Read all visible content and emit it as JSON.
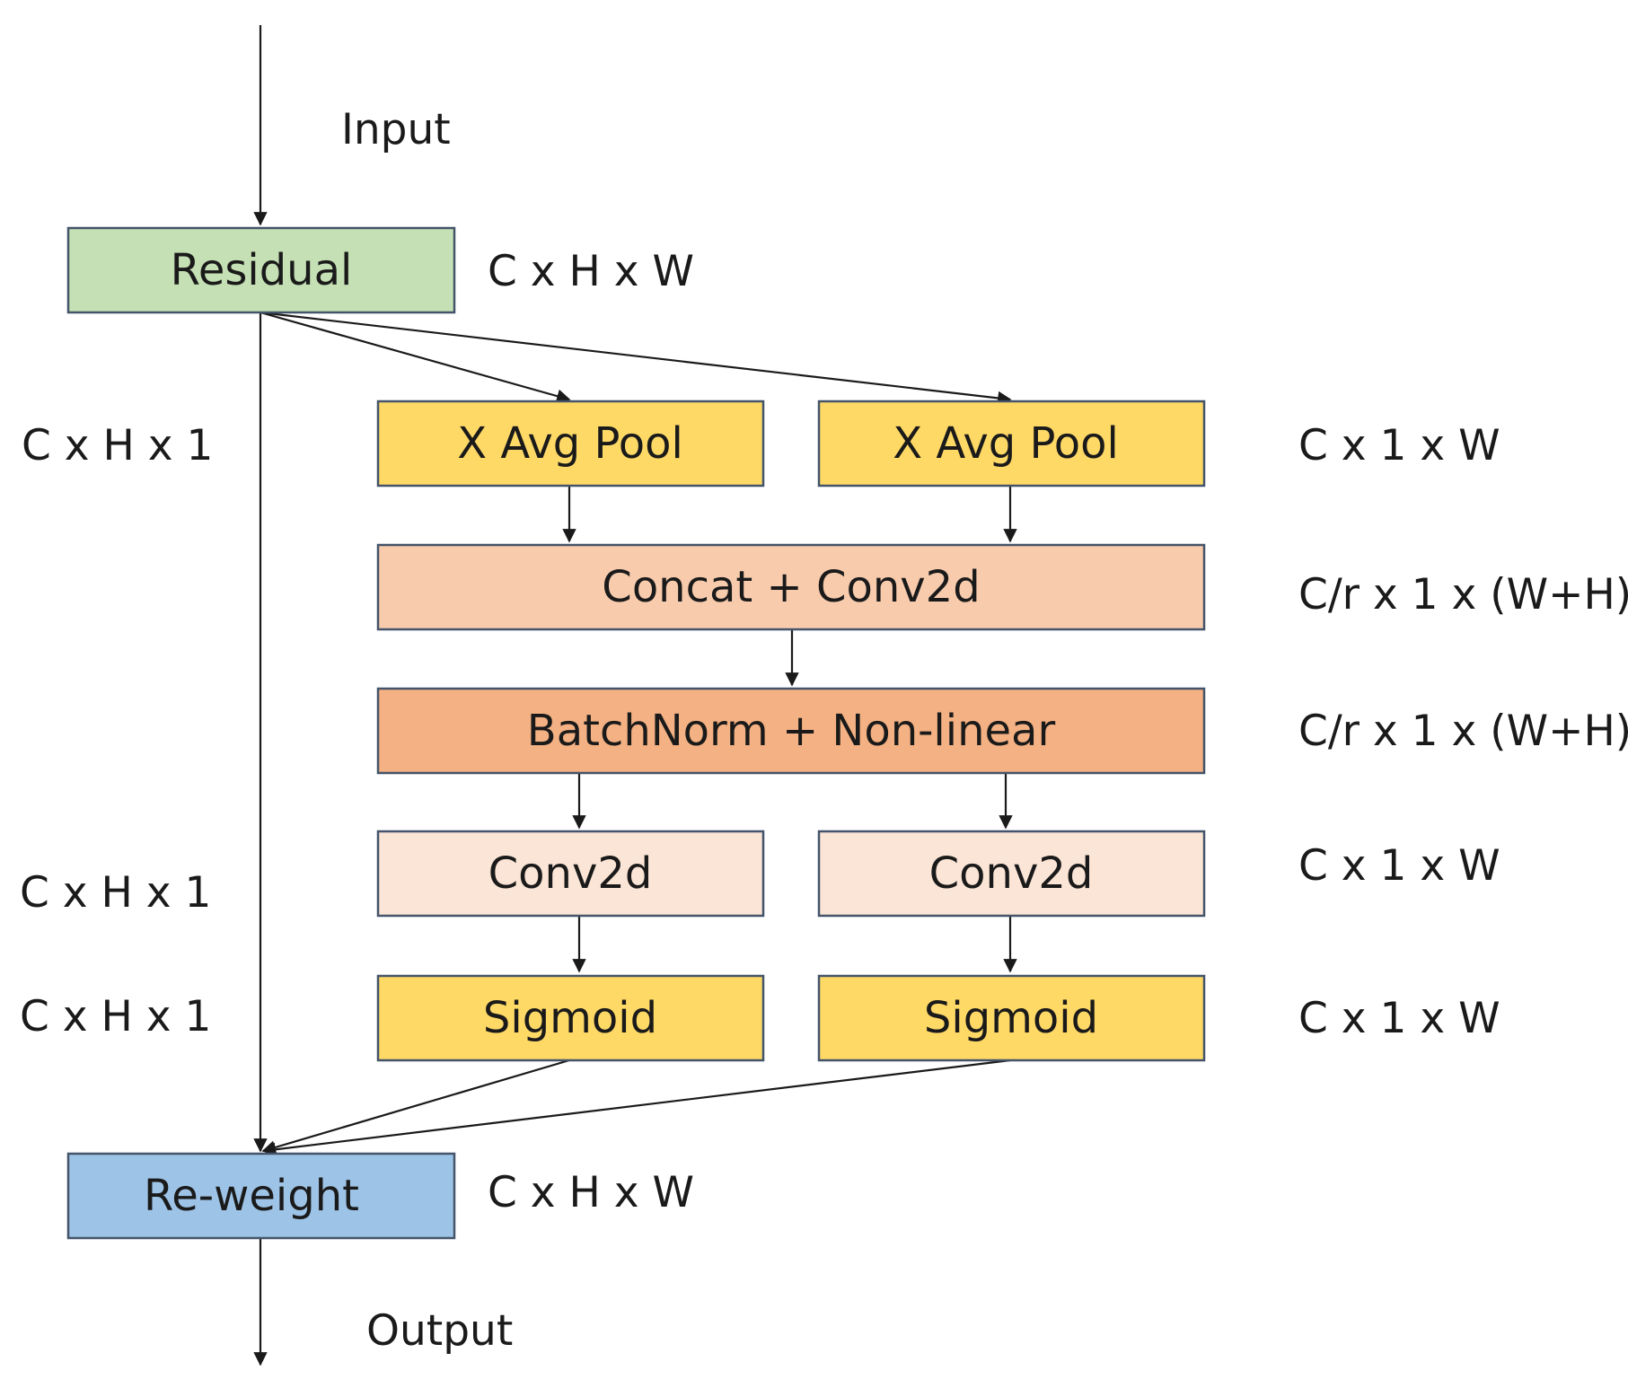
{
  "flow": {
    "input_label": "Input",
    "output_label": "Output"
  },
  "boxes": {
    "residual": {
      "label": "Residual",
      "color": "#c5e0b4"
    },
    "avgpool_left": {
      "label": "X Avg Pool",
      "color": "#ffd966"
    },
    "avgpool_right": {
      "label": "X Avg Pool",
      "color": "#ffd966"
    },
    "concat": {
      "label": "Concat + Conv2d",
      "color": "#f8cbad"
    },
    "batchnorm": {
      "label": "BatchNorm + Non-linear",
      "color": "#f4b183"
    },
    "conv2d_left": {
      "label": "Conv2d",
      "color": "#fbe5d6"
    },
    "conv2d_right": {
      "label": "Conv2d",
      "color": "#fbe5d6"
    },
    "sigmoid_left": {
      "label": "Sigmoid",
      "color": "#ffd966"
    },
    "sigmoid_right": {
      "label": "Sigmoid",
      "color": "#ffd966"
    },
    "reweight": {
      "label": "Re-weight",
      "color": "#9dc3e6"
    }
  },
  "dims": {
    "residual": "C x H x W",
    "left_avgpool": "C x H x 1",
    "right_avgpool": "C x 1 x W",
    "concat": "C/r x 1 x (W+H)",
    "batchnorm": "C/r x 1 x (W+H)",
    "left_conv2d": "C x H x 1",
    "right_conv2d": "C x 1 x W",
    "left_sigmoid": "C x H x 1",
    "right_sigmoid": "C x 1 x W",
    "reweight": "C x H x W"
  },
  "colors": {
    "box_border": "#44546a",
    "arrow": "#1a1a1a"
  }
}
